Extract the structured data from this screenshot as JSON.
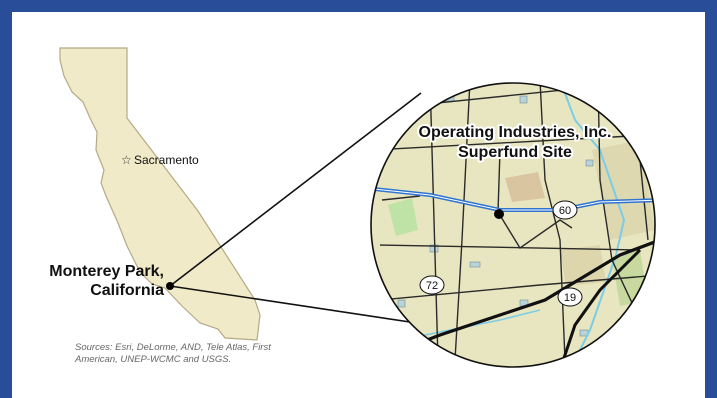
{
  "colors": {
    "border": "#2a4d9a",
    "state_fill": "#f1eac8",
    "state_stroke": "#b3ab86",
    "map_fill": "#e8e6c0",
    "highway": "#2f74d0",
    "water": "#7ccce6",
    "park": "#bfe3a6",
    "urban": "#d9c5a0"
  },
  "state_map": {
    "capital_label": "Sacramento",
    "capital_icon": "star-icon",
    "location_label_line1": "Monterey Park,",
    "location_label_line2": "California"
  },
  "inset_map": {
    "site_label_line1": "Operating Industries, Inc.",
    "site_label_line2": "Superfund Site",
    "route_shields": [
      "60",
      "72",
      "19"
    ]
  },
  "sources_text": "Sources: Esri, DeLorme, AND, Tele Atlas, First American, UNEP-WCMC and USGS."
}
